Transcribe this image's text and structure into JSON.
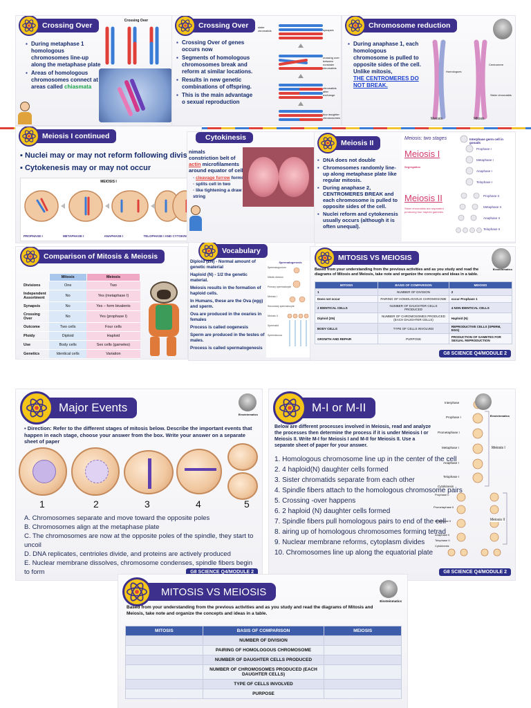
{
  "slides": {
    "crossing1": {
      "title": "Crossing Over",
      "bullets": [
        "During metaphase 1 homologous chromosomes line-up along the metaphase plate",
        "Areas of homologous chromosomes connect at areas called "
      ],
      "highlight": "chiasmata",
      "diagram_title": "Crossing Over"
    },
    "crossing2": {
      "title": "Crossing Over",
      "bullets": [
        "Crossing Over of genes occurs now",
        "Segments of homologous chromosomes break and reform at similar locations.",
        "Results in new genetic combinations of offspring.",
        "This is the main advantage o sexual reproduction"
      ],
      "labels": [
        "sister chromatids",
        "synapsis",
        "crossing over between nonsister chromatids",
        "chromatids after exchange",
        "four daughter chromosomes"
      ]
    },
    "reduction": {
      "title": "Chromosome reduction",
      "bullet": "During anaphase 1, each homologous chromosome is pulled to opposite sides of the cell.  Unlike mitosis,",
      "emphasis": "THE CENTROMERES DO NOT BREAK.",
      "labels": [
        "Meiosis",
        "Mitosis",
        "Homologues",
        "Centromere",
        "Sister chromatids"
      ]
    },
    "meiosis1cont": {
      "title": "Meiosis I continued",
      "bullets": [
        "Nuclei may or may not reform following division.",
        "Cytokenesis may or may not occur"
      ],
      "phases": [
        "PROPHASE I",
        "METAPHASE I",
        "ANAPHASE I",
        "TELOPHASE I AND CYTOKINESIS"
      ],
      "diagram_title": "MEIOSIS I"
    },
    "cytokinesis": {
      "title": "Cytokinesis",
      "lines": [
        "nimals",
        "constriction belt of",
        "microfilaments",
        "around equator of cell"
      ],
      "red_word": "actin",
      "sub": [
        "cleavage furrow",
        "forms",
        "splits cell in two",
        "like tightening a draw string"
      ]
    },
    "meiosis2": {
      "title": "Meiosis II",
      "bullets": [
        "DNA does not double",
        "Chromosomes randomly line-up along metaphase plate like regular mitosis.",
        "During anaphase 2, CENTROMERES BREAK and each chromosome is pulled to opposite sides of the cell.",
        "Nuclei reform and cytokenesis usually occurs (although it is often unequal)."
      ],
      "diagram": {
        "heading": "Meiosis: two stages",
        "stage1": "Meiosis I",
        "stage2": "Meiosis II",
        "germ": "Interphase",
        "germ_note": "germ cell in gonads",
        "phases1": [
          "Prophase I",
          "Metaphase I",
          "Anaphase I",
          "Telophase I"
        ],
        "phases2": [
          "Prophase II",
          "Metaphase II",
          "Anaphase II",
          "Telophase II"
        ],
        "note1": "Segregation",
        "note2": "Sister chromatids are separated producing four haploid gametes"
      }
    },
    "comparison": {
      "title": "Comparison of Mitosis & Meiosis",
      "headers": [
        "",
        "Mitosis",
        "Meiosis"
      ],
      "rows": [
        [
          "Divisions",
          "One",
          "Two"
        ],
        [
          "Independent Assortment",
          "No",
          "Yes (metaphase I)"
        ],
        [
          "Synapsis",
          "No",
          "Yes – form bivalents"
        ],
        [
          "Crossing Over",
          "No",
          "Yes (prophase I)"
        ],
        [
          "Outcome",
          "Two cells",
          "Four cells"
        ],
        [
          "Ploidy",
          "Diploid",
          "Haploid"
        ],
        [
          "Use",
          "Body cells",
          "Sex cells (gametes)"
        ],
        [
          "Genetics",
          "Identical cells",
          "Variation"
        ]
      ]
    },
    "vocab": {
      "title": "Vocabulary",
      "items": [
        "Diploid (2N) - Normal amount of genetic material",
        "Haploid (N) - 1/2 the genetic material.",
        "Meiosis results in the formation of haploid cells.",
        "In Humans, these are the Ova (egg) and sperm.",
        "Ova are produced in the ovaries in females",
        "Process is called oogenesis",
        "Sperm are produced in the testes of males.",
        "Process is called spermatogenesis"
      ],
      "diagram_title": "Spermatogenesis",
      "diagram_labels": [
        "Spermatogonium",
        "Mitotic division",
        "Primary spermatocyte",
        "Meiosis I",
        "Secondary spermatocyte",
        "Meiosis II",
        "Spermatid",
        "Spermatozoa"
      ]
    },
    "mvm_small": {
      "title": "MITOSIS VS MEIOSIS",
      "intro": "Based from your understanding from the previous activities and as you study and read the diagrams of Mitosis and Meiosis, take note and organize the concepts and ideas in a table.",
      "headers": [
        "MITOSIS",
        "BASIS OF COMPARISON",
        "MEIOSIS"
      ],
      "rows": [
        [
          "1",
          "NUMBER OF DIVISION",
          "2"
        ],
        [
          "Does not occur",
          "PAIRING OF HOMOLOGOUS CHROMOSOME",
          "occur Prophase 1"
        ],
        [
          "2 IDENTICAL CELLS",
          "NUMBER OF DAUGHTER CELLS PRODUCED",
          "4 NON IDENTICAL CELLS"
        ],
        [
          "Diploid (2N)",
          "NUMBER OF CHROMOSOMES PRODUCED (EACH DAUGHTER CELLS)",
          "Haploid (N)"
        ],
        [
          "BODY CELLS",
          "TYPE OF CELLS INVOLVED",
          "REPRODUCTIVE CELLS (SPERM, EGG)"
        ],
        [
          "GROWTH AND REPAIR",
          "PURPOSE",
          "PRODUCTION OF GAMETES FOR SEXUAL REPRODUCTION"
        ]
      ],
      "footer": "G8 SCIENCE Q4/MODULE 2",
      "brand": "Einsteinmatics"
    },
    "major": {
      "title": "Major Events",
      "direction": "Direction: Refer to the different stages of mitosis below. Describe the important events that happen in each stage, choose your answer from the box. Write your answer on a separate sheet of paper",
      "numbers": [
        "1",
        "2",
        "3",
        "4",
        "5"
      ],
      "options": [
        "A.   Chromosomes separate and move toward the opposite poles",
        "B.   Chromosomes align at the metaphase plate",
        "C.   The chromosomes are now at the opposite poles of the spindle, they start to uncoil",
        "D.   DNA replicates, centrioles divide, and proteins are actively produced",
        "E.   Nuclear membrane dissolves, chromosome condenses, spindle fibers begin to form"
      ],
      "footer": "G8 SCIENCE Q4/MODULE 2",
      "brand": "Einsteinmatics"
    },
    "mimii": {
      "title": "M-I or M-II",
      "intro": "Below are different processes involved in Meiosis, read and analyze the processes then determine the process if it is under Meiosis I or Meiosis II. Write M-I for Meiosis I and M-II for Meiosis II. Use a separate sheet of paper for your answer.",
      "items": [
        "1. Homologous chromosome line up in the center of the cell",
        "2. 4 haploid(N) daughter cells formed",
        "3. Sister chromatids separate from each other",
        "4. Spindle fibers attach to the homologous chromosome pairs",
        "5. Crossing -over happens",
        "6. 2 haploid (N) daughter cells formed",
        "7. Spindle fibers pull homologous pairs to end of the cell",
        "8. airing up of homologous chromosomes forming tetrad",
        "9. Nuclear membrane reforms, cytoplasm divides",
        "10. Chromosomes line up along the equatorial plate"
      ],
      "stages": [
        "Interphase",
        "Prophase I",
        "Prometaphase I",
        "Metaphase I",
        "Anaphase I",
        "Telophase I",
        "Cytokinesis",
        "Prophase II",
        "Prometaphase II",
        "Metaphase II",
        "Anaphase II",
        "Telophase II",
        "Cytokinesis"
      ],
      "group1": "Meiosis I",
      "group2": "Meiosis II",
      "footer": "G8 SCIENCE Q4/MODULE 2",
      "brand": "Einsteinmatics"
    },
    "mvm_big": {
      "title": "MITOSIS VS MEIOSIS",
      "intro": "Based from your understanding from the previous activities and as you study and read the diagrams of Mitosis and Meiosis, take note and organize the concepts and ideas in a table.",
      "headers": [
        "MITOSIS",
        "BASIS OF COMPARISON",
        "MEIOSIS"
      ],
      "rows": [
        [
          "",
          "NUMBER OF DIVISION",
          ""
        ],
        [
          "",
          "PAIRING OF HOMOLOGOUS CHROMOSOME",
          ""
        ],
        [
          "",
          "NUMBER OF DAUGHTER CELLS PRODUCED",
          ""
        ],
        [
          "",
          "NUMBER OF CHROMOSOMES PRODUCED (EACH DAUGHTER CELLS)",
          ""
        ],
        [
          "",
          "TYPE OF CELLS INVOLVED",
          ""
        ],
        [
          "",
          "PURPOSE",
          ""
        ]
      ],
      "brand": "Einsteinmatics"
    }
  }
}
